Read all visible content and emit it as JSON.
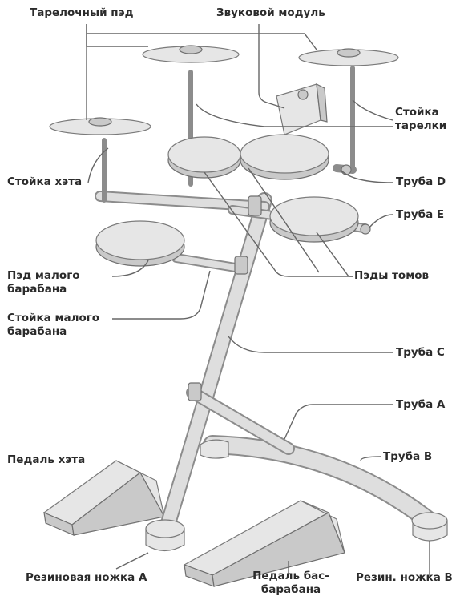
{
  "labels": {
    "cymbal_pad": "Тарелочный пэд",
    "sound_module": "Звуковой модуль",
    "cymbal_stand": "Стойка\nтарелки",
    "hihat_stand": "Стойка хэта",
    "pipe_d": "Труба D",
    "pipe_e": "Труба E",
    "snare_pad": "Пэд малого\nбарабана",
    "tom_pads": "Пэды томов",
    "snare_stand": "Стойка малого\nбарабана",
    "pipe_c": "Труба C",
    "pipe_a": "Труба A",
    "hihat_pedal": "Педаль хэта",
    "pipe_b": "Труба B",
    "rubber_foot_a": "Резиновая ножка A",
    "kick_pedal": "Педаль бас-\nбарабана",
    "rubber_foot_b": "Резин. ножка B"
  },
  "colors": {
    "hardware_fill": "#e6e6e6",
    "hardware_stroke": "#7a7a7a",
    "leader_line": "#666666",
    "label_text": "#2b2b2b"
  }
}
